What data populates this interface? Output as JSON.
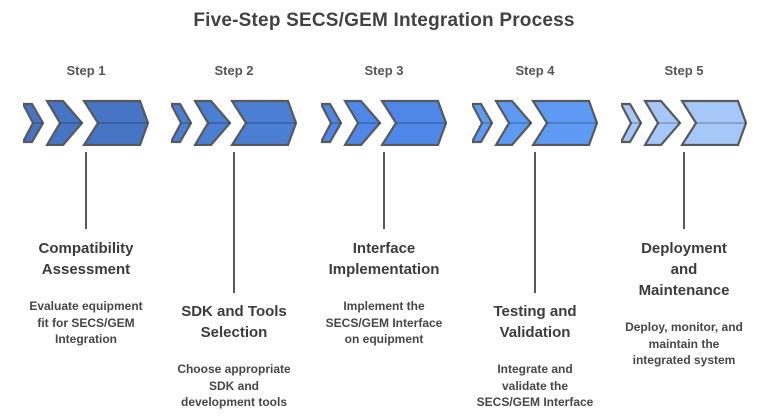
{
  "title": "Five-Step SECS/GEM Integration Process",
  "colors": {
    "background": "#ffffff",
    "chevron_outline": "#595959",
    "connector_line": "#595959",
    "title_text": "#424242",
    "step_label_text": "#565656",
    "heading_text": "#3c3c3c",
    "description_text": "#474747"
  },
  "steps": [
    {
      "step_label": "Step 1",
      "color": "#4575c4",
      "heading": "Compatibility\nAssessment",
      "description": "Evaluate equipment\nfit for SECS/GEM\nIntegration"
    },
    {
      "step_label": "Step 2",
      "color": "#4a7fd4",
      "heading": "SDK and Tools\nSelection",
      "description": "Choose appropriate\nSDK and\ndevelopment tools"
    },
    {
      "step_label": "Step 3",
      "color": "#4e87e8",
      "heading": "Interface\nImplementation",
      "description": "Implement the\nSECS/GEM Interface\non equipment"
    },
    {
      "step_label": "Step 4",
      "color": "#5e9af4",
      "heading": "Testing and\nValidation",
      "description": "Integrate and\nvalidate the\nSECS/GEM Interface"
    },
    {
      "step_label": "Step 5",
      "color": "#a6c7f9",
      "heading": "Deployment\nand\nMaintenance",
      "description": "Deploy, monitor, and\nmaintain the\nintegrated system"
    }
  ]
}
